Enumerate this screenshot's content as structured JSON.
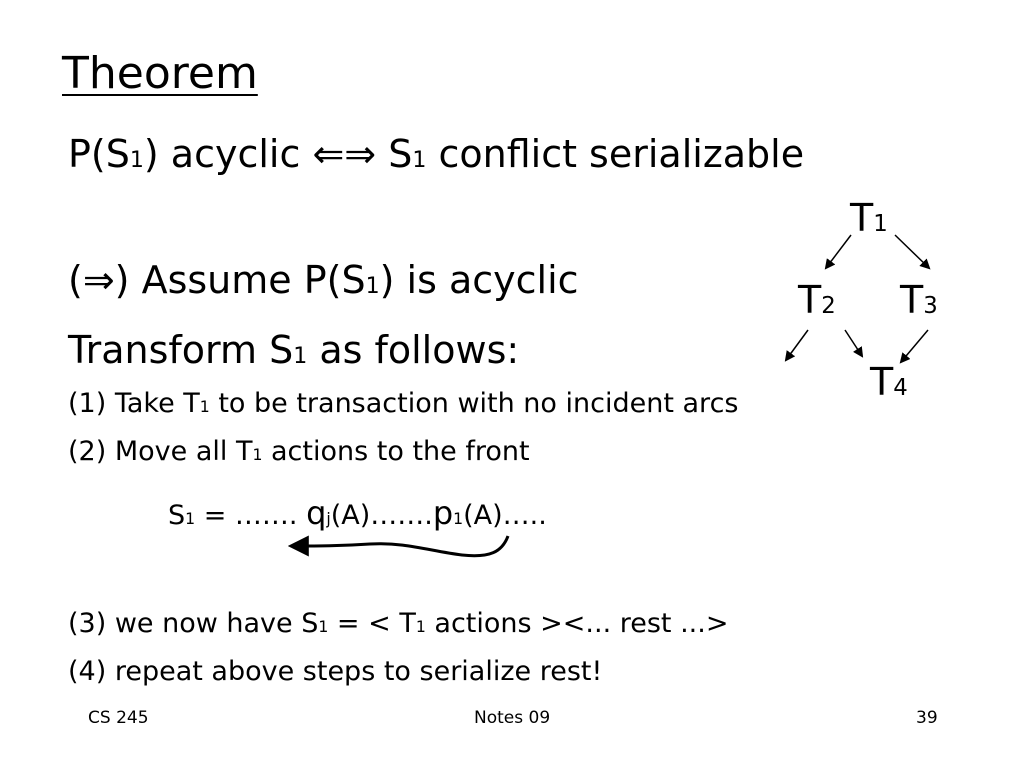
{
  "slide": {
    "title": "Theorem",
    "line1": {
      "p_open": "P(S",
      "sub": "1",
      "mid": ") acyclic ",
      "arrow": "⇐⇒",
      "s": " S",
      "sub2": "1",
      "rest": " conflict serializable"
    },
    "line2": {
      "pre": "(",
      "arrow": "⇒",
      "mid": ") Assume P(S",
      "sub": "1",
      "rest": ") is acyclic"
    },
    "line3": {
      "pre": "Transform S",
      "sub": "1",
      "rest": " as follows:"
    },
    "step1": {
      "pre": "(1) Take T",
      "sub": "1",
      "rest": " to be transaction with no incident arcs"
    },
    "step2": {
      "pre": "(2) Move all T",
      "sub": "1",
      "rest": " actions to the front"
    },
    "schedule": {
      "s": "S",
      "sub": "1",
      "eq": " = ……. ",
      "q": "q",
      "qsub": "j",
      "qa": "(A)…….",
      "p": "p",
      "psub": "1",
      "pa": "(A)….."
    },
    "step3": {
      "pre": "(3) we now have S",
      "sub": "1",
      "mid": " = < T",
      "sub2": "1",
      "rest": " actions ><... rest ...>"
    },
    "step4": "(4) repeat above steps to serialize rest!"
  },
  "graph": {
    "nodes": [
      {
        "label": "T",
        "sub": "1"
      },
      {
        "label": "T",
        "sub": "2"
      },
      {
        "label": "T",
        "sub": "3"
      },
      {
        "label": "T",
        "sub": "4"
      }
    ]
  },
  "footer": {
    "course": "CS 245",
    "notes": "Notes 09",
    "page": "39"
  }
}
